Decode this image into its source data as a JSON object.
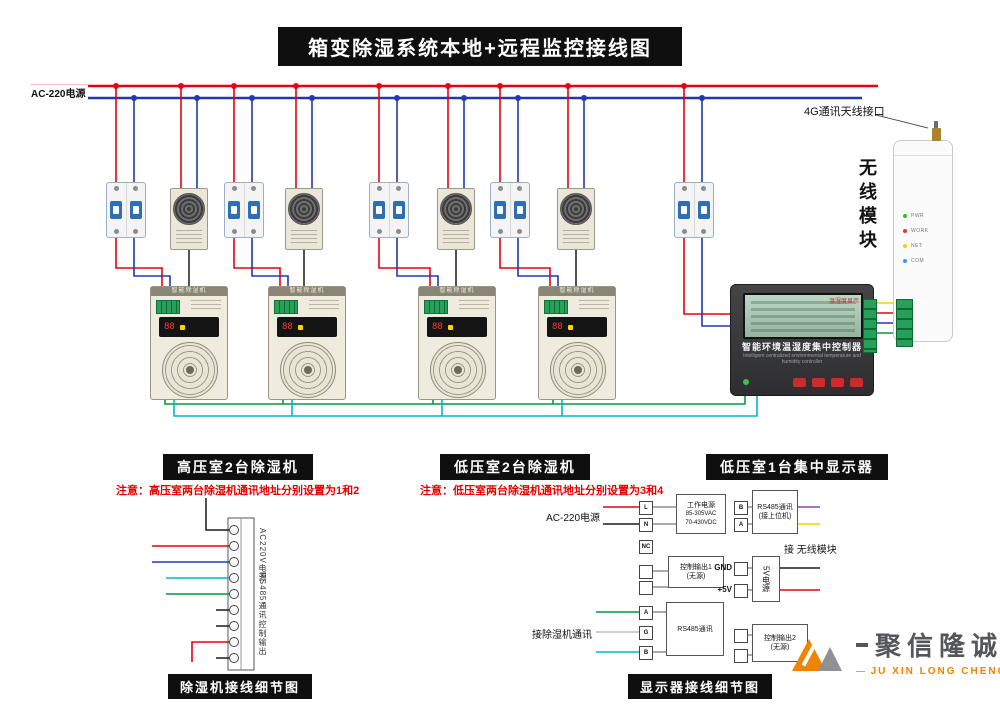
{
  "title": "箱变除湿系统本地+远程监控接线图",
  "power": {
    "label": "AC-220电源"
  },
  "wireless": {
    "antenna_label": "4G通讯天线接口",
    "module_label": "无线模块",
    "leds": [
      "PWR",
      "WORK",
      "NET",
      "COM"
    ]
  },
  "controller": {
    "lcd_note": "温湿度显示",
    "name": "智能环境温湿度集中控制器",
    "subtitle": "Intelligent centralized environmental temperature and humidity controller"
  },
  "unit": {
    "header": "智能除湿机",
    "display": "88"
  },
  "sections": {
    "high": {
      "label": "高压室2台除湿机",
      "note": "注意：高压室两台除湿机通讯地址分别设置为1和2"
    },
    "low": {
      "label": "低压室2台除湿机",
      "note": "注意：低压室两台除湿机通讯地址分别设置为3和4"
    },
    "display": {
      "label": "低压室1台集中显示器"
    }
  },
  "detail_unit": {
    "caption": "除湿机接线细节图",
    "labels": {
      "power": "AC220V电源",
      "comm": "RS485通讯",
      "out": "控制输出"
    }
  },
  "detail_display": {
    "caption": "显示器接线细节图",
    "power_label": "AC-220电源",
    "left_terminals": {
      "l": "L",
      "n": "N",
      "nc": "NC",
      "a": "A",
      "g": "G",
      "b": "B"
    },
    "right_terminals": {
      "b": "B",
      "a": "A",
      "gnd": "GND",
      "v5": "+5V"
    },
    "working_power": [
      "工作电源",
      "85-305VAC",
      "70-430VDC"
    ],
    "out1": [
      "控制输出1",
      "(无源)"
    ],
    "rs485_down": "RS485通讯",
    "rs485_up": [
      "RS485通讯",
      "(接上位机)"
    ],
    "power5v": "5V电源",
    "out2": [
      "控制输出2",
      "(无源)"
    ],
    "dehu_comm": "接除湿机通讯",
    "to_wireless": "接 无线模块"
  },
  "logo": {
    "cn": "聚信隆诚",
    "en": "JU XIN LONG CHENG"
  },
  "colors": {
    "live": "#e60012",
    "neutral": "#2038b0",
    "black": "#1a1a1a",
    "comm_green": "#009944",
    "comm_cyan": "#00b7c3",
    "rs485_b": "#8e44ad",
    "rs485_a": "#f2d000",
    "terminal_green": "#27a05a",
    "label_bg": "#0f0f0f",
    "brand_orange": "#f08300"
  }
}
